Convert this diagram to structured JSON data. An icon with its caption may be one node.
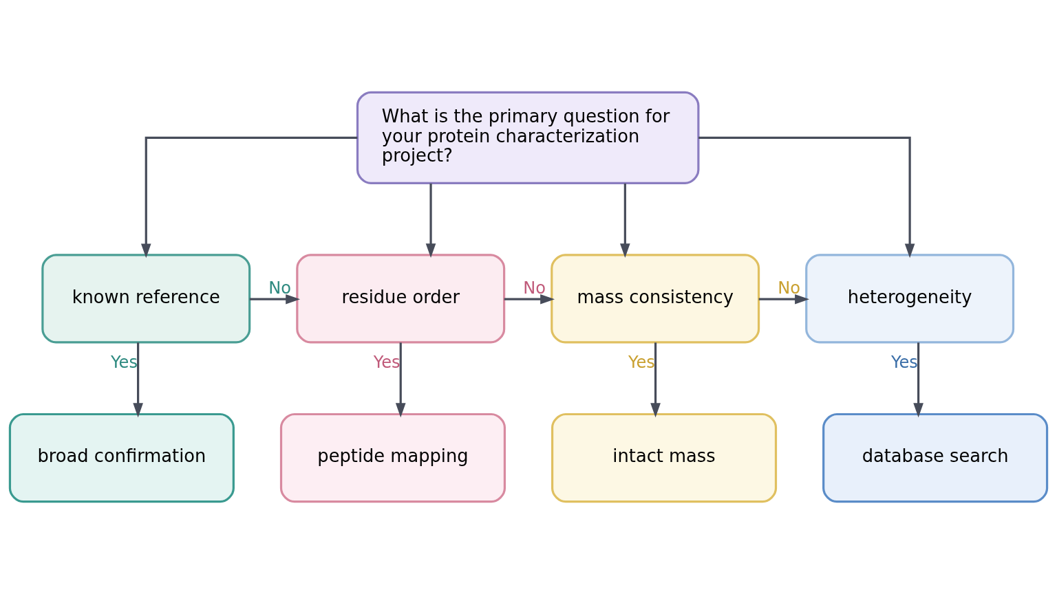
{
  "diagram": {
    "nodes": [
      {
        "text": [
          "What is the primary question for your protein characterization project?"
        ]
      },
      {
        "text": [
          "known reference"
        ]
      },
      {
        "text": [
          "residue order"
        ]
      },
      {
        "text": [
          "mass consistency"
        ]
      },
      {
        "text": [
          "heterogeneity"
        ]
      },
      {
        "text": [
          "broad confirmation"
        ]
      },
      {
        "text": [
          "peptide mapping"
        ]
      },
      {
        "text": [
          "intact mass"
        ]
      },
      {
        "text": [
          "database search"
        ]
      }
    ],
    "edges": [
      {
        "from": 0,
        "to": 1,
        "arrow": "to"
      },
      {
        "from": 0,
        "to": 2,
        "arrow": "to"
      },
      {
        "from": 0,
        "to": 3,
        "arrow": "to"
      },
      {
        "from": 0,
        "to": 4,
        "arrow": "to"
      },
      {
        "from": 1,
        "to": 2,
        "arrow": "to",
        "label": "No"
      },
      {
        "from": 2,
        "to": 3,
        "arrow": "to",
        "label": "No"
      },
      {
        "from": 3,
        "to": 4,
        "arrow": "to",
        "label": "No"
      },
      {
        "from": 1,
        "to": 5,
        "arrow": "to",
        "label": "Yes"
      },
      {
        "from": 2,
        "to": 6,
        "arrow": "to",
        "label": "Yes"
      },
      {
        "from": 3,
        "to": 7,
        "arrow": "to",
        "label": "Yes"
      },
      {
        "from": 4,
        "to": 8,
        "arrow": "to",
        "label": "Yes"
      }
    ]
  }
}
